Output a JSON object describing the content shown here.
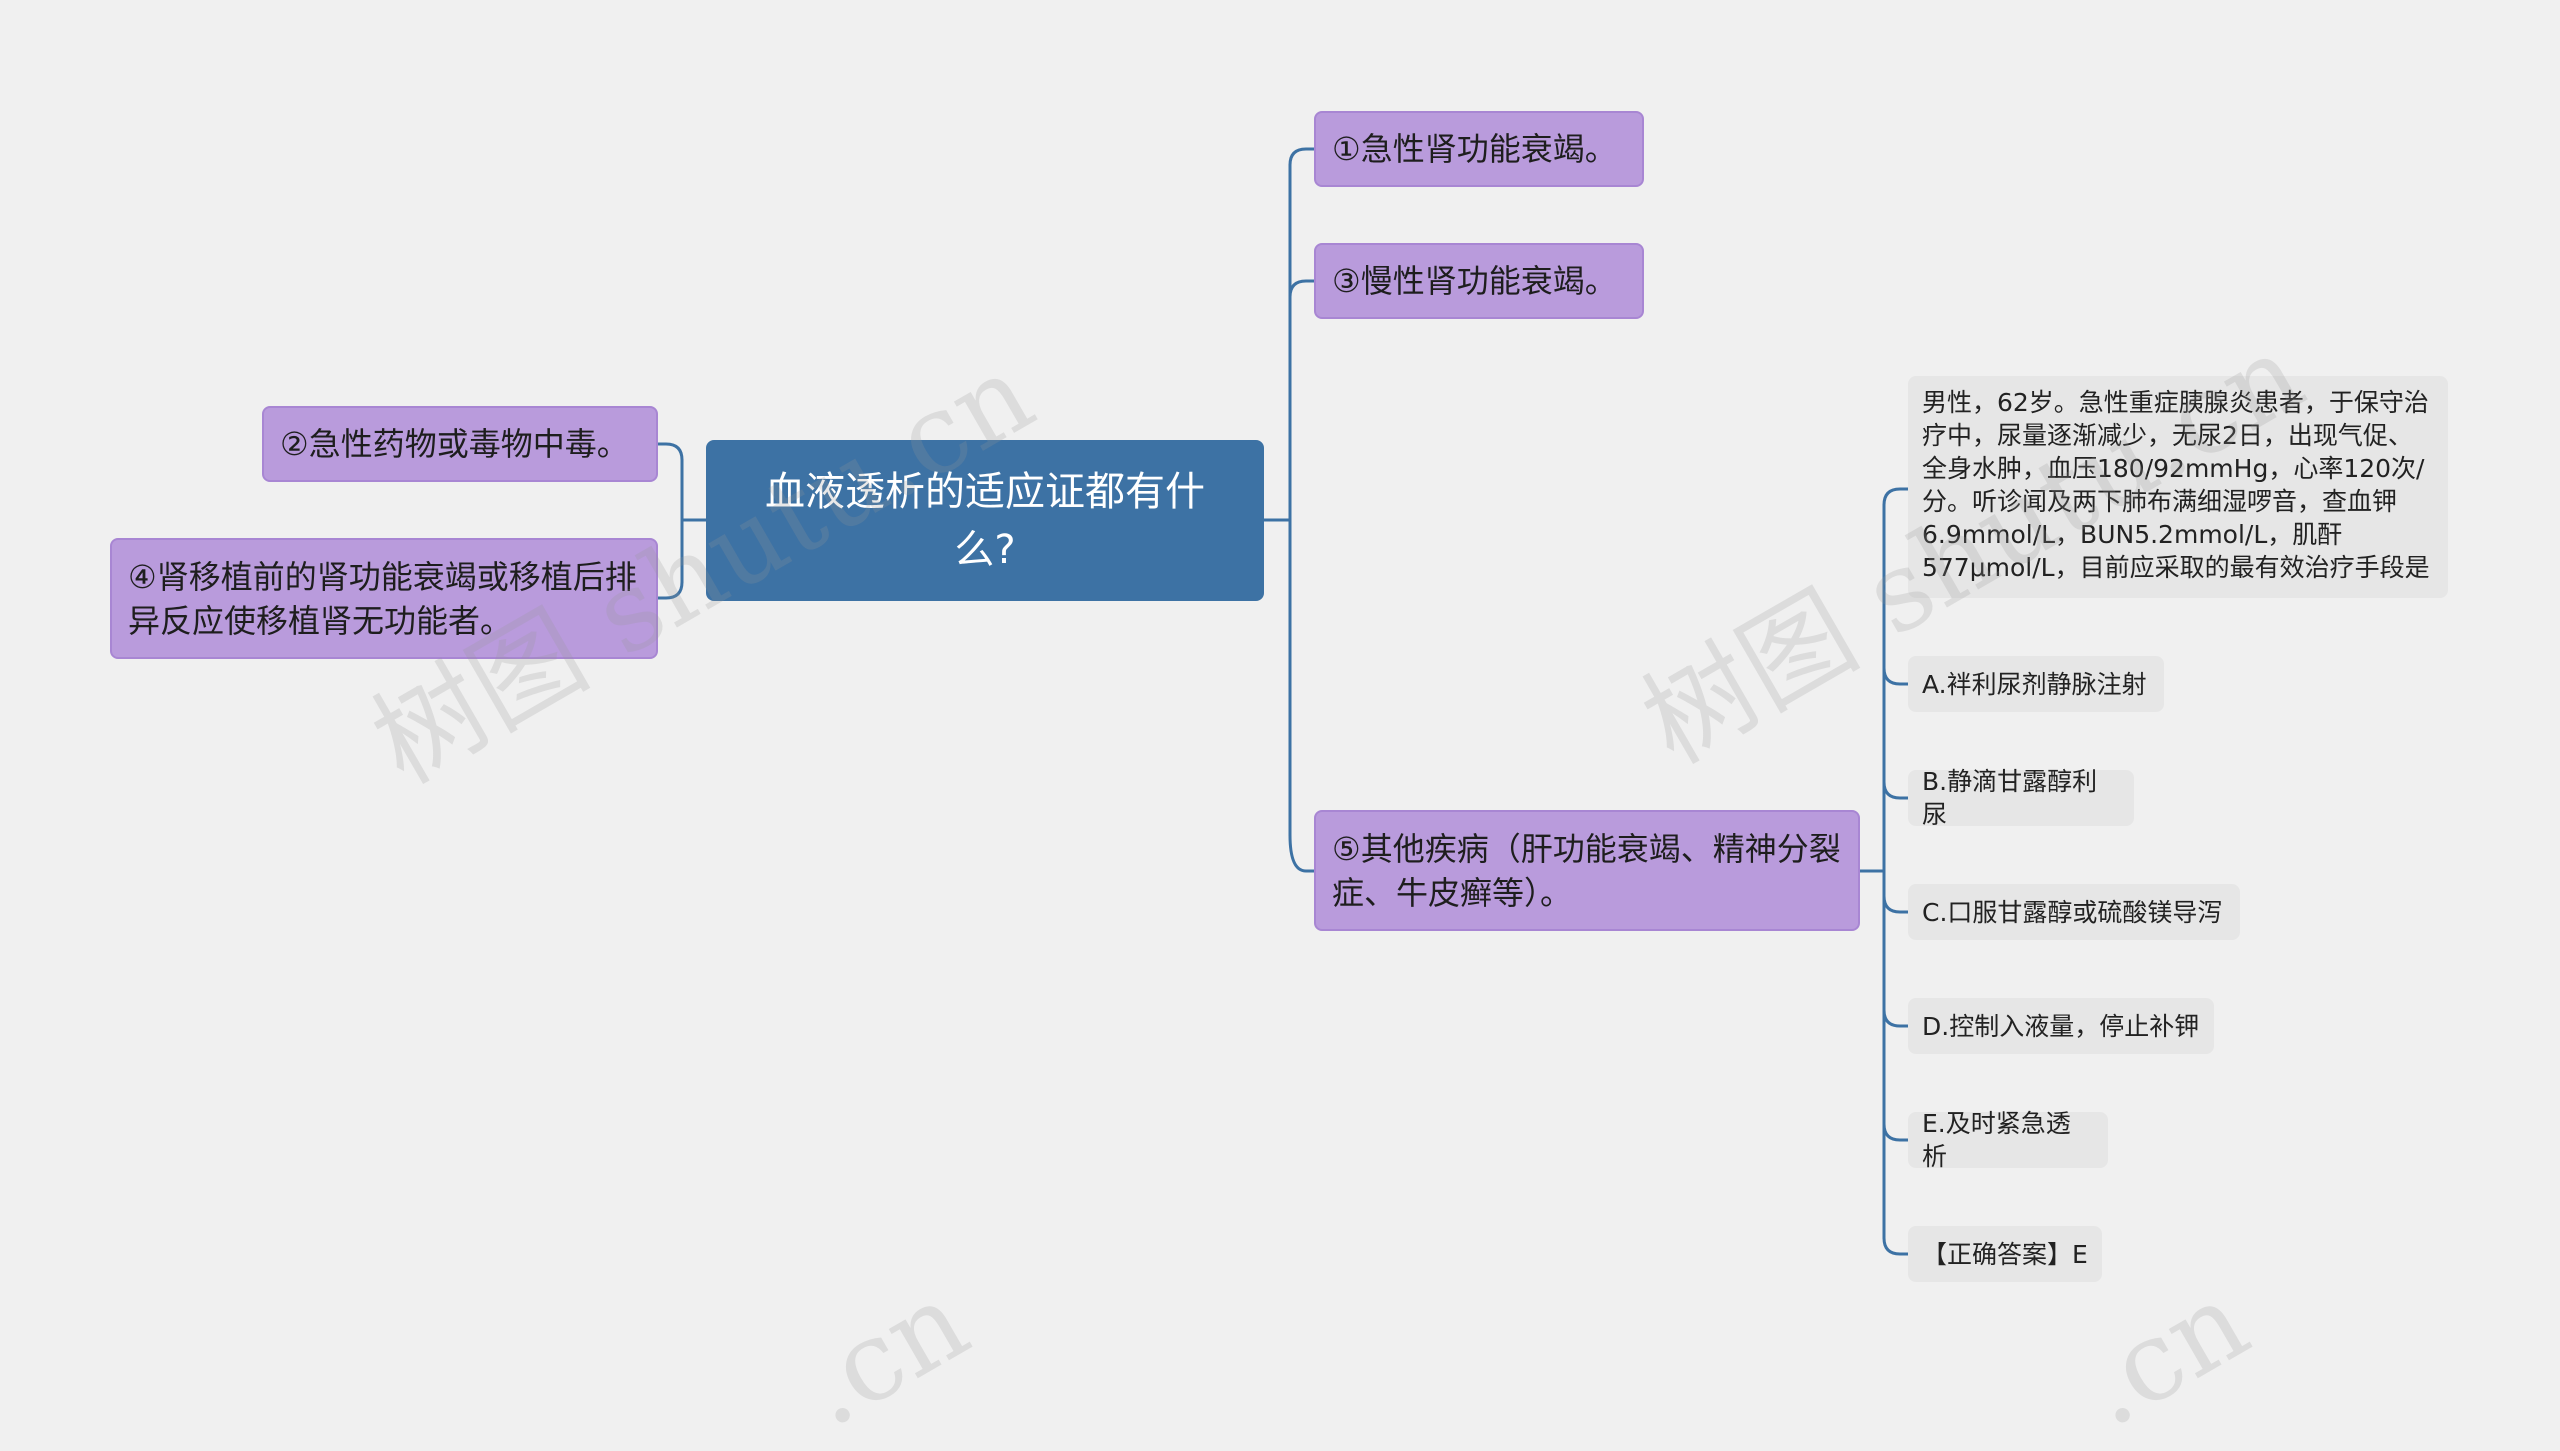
{
  "root": {
    "text": "血液透析的适应证都有什么?"
  },
  "branches": {
    "b1": "①急性肾功能衰竭。",
    "b2": "②急性药物或毒物中毒。",
    "b3": "③慢性肾功能衰竭。",
    "b4": "④肾移植前的肾功能衰竭或移植后排异反应使移植肾无功能者。",
    "b5": "⑤其他疾病（肝功能衰竭、精神分裂症、牛皮癣等）。"
  },
  "leaves": {
    "question": "男性，62岁。急性重症胰腺炎患者，于保守治疗中，尿量逐渐减少，无尿2日，出现气促、全身水肿，血压180/92mmHg，心率120次/分。听诊闻及两下肺布满细湿啰音，查血钾6.9mmol/L，BUN5.2mmol/L，肌酐577μmol/L，目前应采取的最有效治疗手段是",
    "a": "A.袢利尿剂静脉注射",
    "b": "B.静滴甘露醇利尿",
    "c": "C.口服甘露醇或硫酸镁导泻",
    "d": "D.控制入液量，停止补钾",
    "e": "E.及时紧急透析",
    "answer": "【正确答案】E"
  },
  "watermarks": [
    "树图 shutu.cn",
    "树图 shutu.cn",
    ".cn",
    ".cn"
  ],
  "colors": {
    "root": "#3d72a4",
    "branch": "#b99bdc",
    "leaf": "#e6e6e6",
    "line": "#3d72a4",
    "background": "#f0f0f0"
  }
}
